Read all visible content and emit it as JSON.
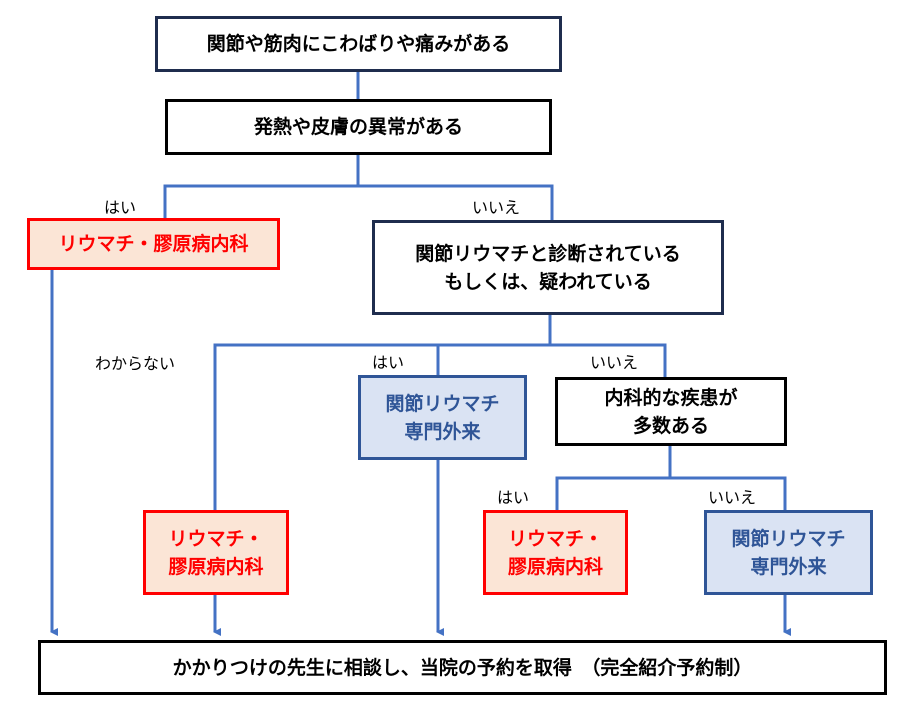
{
  "colors": {
    "line": "#4472c4",
    "red": "#ff0000",
    "red_fill": "#fbe5d6",
    "blue": "#2f5597",
    "blue_fill": "#dae3f3"
  },
  "nodes": {
    "start": [
      "関節や筋肉にこわばりや痛みがある"
    ],
    "fever": [
      "発熱や皮膚の異常がある"
    ],
    "collagen1": [
      "リウマチ・膠原病内科"
    ],
    "diagnosed": [
      "関節リウマチと診断されている",
      "もしくは、疑われている"
    ],
    "collagen2": [
      "リウマチ・",
      "膠原病内科"
    ],
    "ra_clinic1": [
      "関節リウマチ",
      "専門外来"
    ],
    "internal": [
      "内科的な疾患が",
      "多数ある"
    ],
    "collagen3": [
      "リウマチ・",
      "膠原病内科"
    ],
    "ra_clinic2": [
      "関節リウマチ",
      "専門外来"
    ],
    "final": [
      "かかりつけの先生に相談し、当院の予約を取得　（完全紹介予約制）"
    ]
  },
  "labels": {
    "fever_yes": "はい",
    "fever_no": "いいえ",
    "diag_unknown": "わからない",
    "diag_yes": "はい",
    "diag_no": "いいえ",
    "internal_yes": "はい",
    "internal_no": "いいえ"
  }
}
